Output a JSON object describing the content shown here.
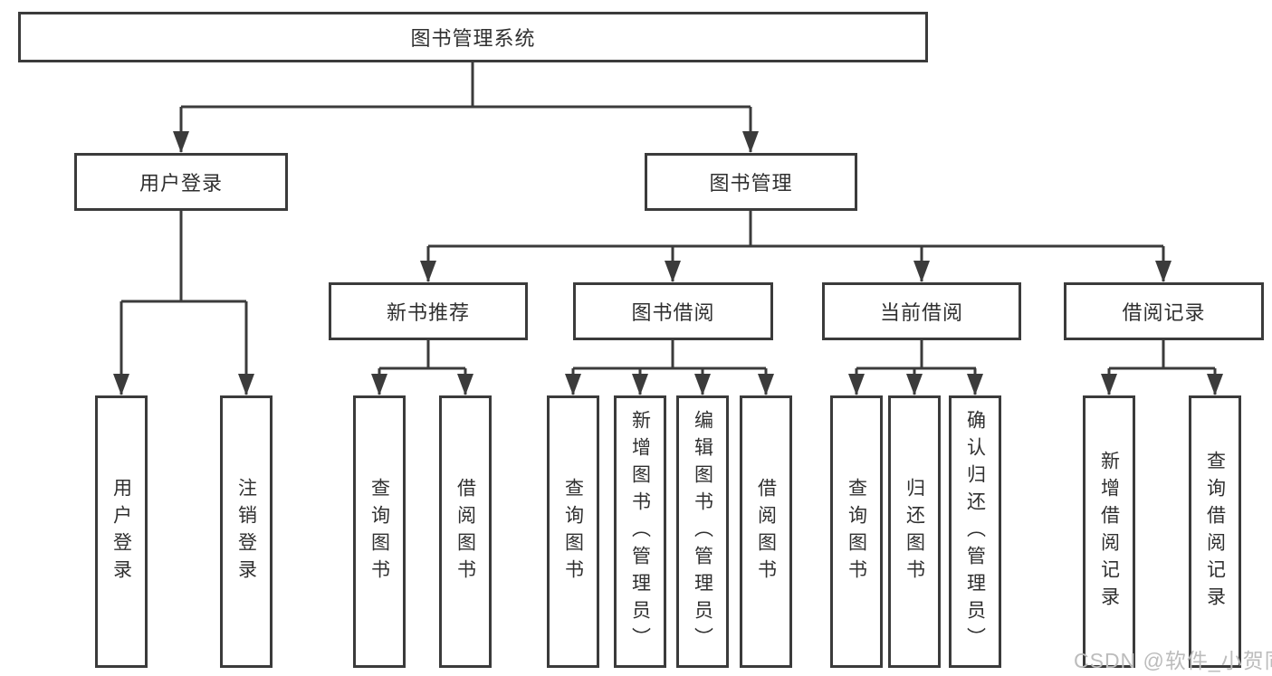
{
  "diagram": {
    "title": "图书管理系统",
    "level2": [
      {
        "label": "用户登录"
      },
      {
        "label": "图书管理"
      }
    ],
    "user_login_children": [
      "用户登录",
      "注销登录"
    ],
    "branches": [
      {
        "label": "新书推荐",
        "children": [
          "查询图书",
          "借阅图书"
        ]
      },
      {
        "label": "图书借阅",
        "children": [
          "查询图书",
          "新增图书（管理员）",
          "编辑图书（管理员）",
          "借阅图书"
        ]
      },
      {
        "label": "当前借阅",
        "children": [
          "查询图书",
          "归还图书",
          "确认归还（管理员）"
        ]
      },
      {
        "label": "借阅记录",
        "children": [
          "新增借阅记录",
          "查询借阅记录"
        ]
      }
    ],
    "watermark": "CSDN @软件_小贺同学",
    "colors": {
      "line": "#3b3b3b",
      "text": "#303030",
      "watermark": "#bcbcbc",
      "background": "#ffffff"
    }
  }
}
